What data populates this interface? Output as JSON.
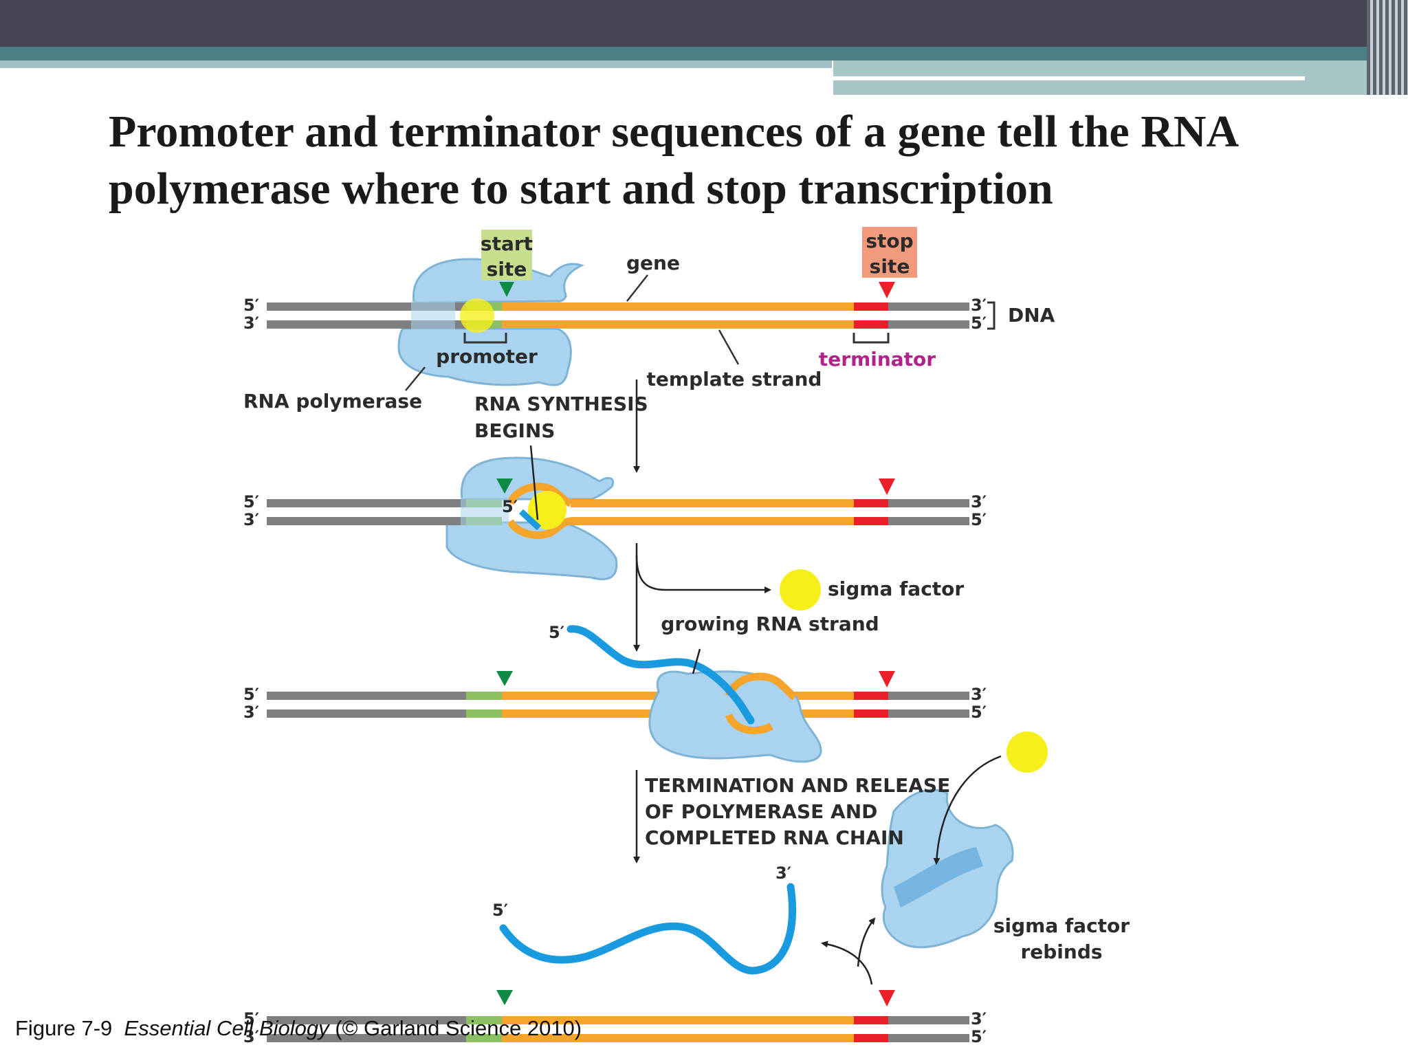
{
  "slide": {
    "title_line1": "Promoter and terminator sequences of a gene tell the RNA",
    "title_line2": "polymerase where to start and stop transcription",
    "caption_figure": "Figure 7-9",
    "caption_book": "Essential Cell Biology",
    "caption_credit": "(© Garland Science 2010)"
  },
  "labels": {
    "start_site_1": "start",
    "start_site_2": "site",
    "stop_site_1": "stop",
    "stop_site_2": "site",
    "gene": "gene",
    "dna": "DNA",
    "promoter": "promoter",
    "terminator": "terminator",
    "template_strand": "template strand",
    "rna_polymerase": "RNA polymerase",
    "synthesis_1": "RNA SYNTHESIS",
    "synthesis_2": "BEGINS",
    "sigma_factor": "sigma factor",
    "growing_rna": "growing RNA strand",
    "termination_1": "TERMINATION AND RELEASE",
    "termination_2": "OF POLYMERASE AND",
    "termination_3": "COMPLETED RNA CHAIN",
    "sigma_rebinds_1": "sigma factor",
    "sigma_rebinds_2": "rebinds",
    "five_prime": "5′",
    "three_prime": "3′"
  },
  "colors": {
    "header_dark": "#454556",
    "header_teal": "#4a7f84",
    "header_light": "#9fbfc2",
    "dna_gray": "#7d7f80",
    "gene_orange": "#f6a52c",
    "promoter_green": "#8cc063",
    "terminator_red": "#e9202a",
    "polymerase_blue": "#a9d3ef",
    "sigma_yellow": "#f7ef1c",
    "rna_blue": "#1a9be0",
    "start_box": "#c6de8e",
    "stop_box": "#f19b7d",
    "terminator_text": "#b0238c"
  },
  "icons": {
    "start_marker": "green-triangle-icon",
    "stop_marker": "red-triangle-icon"
  }
}
